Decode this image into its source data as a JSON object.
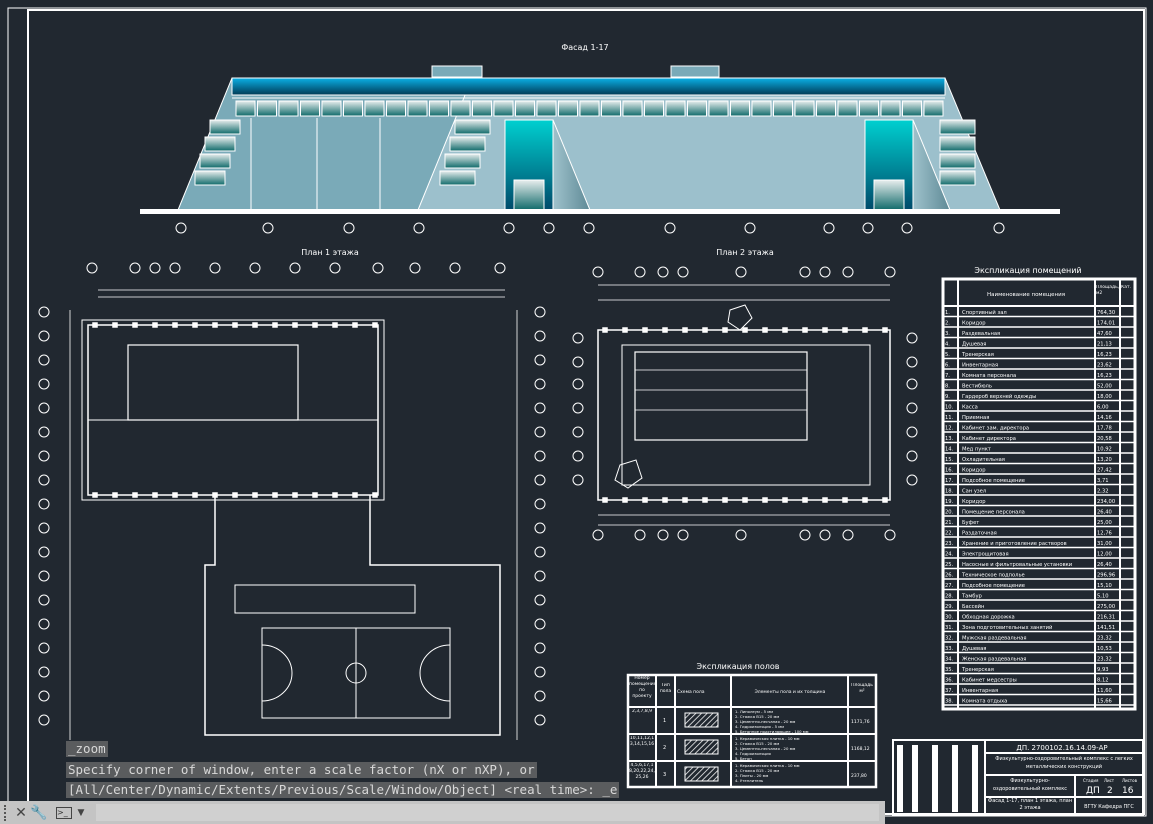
{
  "titles": {
    "facade": "Фасад 1-17",
    "plan1": "План 1 этажа",
    "plan2": "План 2 этажа",
    "rooms": "Экспликация помещений",
    "floors": "Экспликация полов"
  },
  "rooms_table": {
    "headers": [
      "№",
      "Наименование помещения",
      "Площадь, м2",
      "Кат."
    ],
    "rows": [
      [
        "1.",
        "Спортивный зал",
        "764,30"
      ],
      [
        "2.",
        "Коридор",
        "174,01"
      ],
      [
        "3.",
        "Раздевальная",
        "47,60"
      ],
      [
        "4.",
        "Душевая",
        "21,13"
      ],
      [
        "5.",
        "Тренерская",
        "16,23"
      ],
      [
        "6.",
        "Инвентарная",
        "23,62"
      ],
      [
        "7.",
        "Комната персонала",
        "16,23"
      ],
      [
        "8.",
        "Вестибюль",
        "52,00"
      ],
      [
        "9.",
        "Гардероб верхней одежды",
        "18,00"
      ],
      [
        "10.",
        "Касса",
        "6,00"
      ],
      [
        "11.",
        "Приемная",
        "14,16"
      ],
      [
        "12.",
        "Кабинет зам. директора",
        "17,78"
      ],
      [
        "13.",
        "Кабинет директора",
        "20,58"
      ],
      [
        "14.",
        "Мед пункт",
        "10,92"
      ],
      [
        "15.",
        "Охладительная",
        "13,20"
      ],
      [
        "16.",
        "Коридор",
        "27,42"
      ],
      [
        "17.",
        "Подсобное помещение",
        "3,71"
      ],
      [
        "18.",
        "Сан узел",
        "2,32"
      ],
      [
        "19.",
        "Коридор",
        "234,00"
      ],
      [
        "20.",
        "Помещение персонала",
        "26,40"
      ],
      [
        "21.",
        "Буфет",
        "25,00"
      ],
      [
        "22.",
        "Раздаточная",
        "12,76"
      ],
      [
        "23.",
        "Хранение и приготовление растворов",
        "31,00"
      ],
      [
        "24.",
        "Электрощитовая",
        "12,00"
      ],
      [
        "25.",
        "Насосные и фильтровальные установки",
        "26,40"
      ],
      [
        "26.",
        "Техническое подполье",
        "296,96"
      ],
      [
        "27.",
        "Подсобное помещение",
        "15,10"
      ],
      [
        "28.",
        "Тамбур",
        "5,10"
      ],
      [
        "29.",
        "Бассейн",
        "275,00"
      ],
      [
        "30.",
        "Обходная дорожка",
        "216,31"
      ],
      [
        "31.",
        "Зона подготовительных занятий",
        "141,51"
      ],
      [
        "32.",
        "Мужская раздевальная",
        "23,32"
      ],
      [
        "33.",
        "Душевая",
        "10,53"
      ],
      [
        "34.",
        "Женская раздевальная",
        "23,32"
      ],
      [
        "35.",
        "Тренерская",
        "9,93"
      ],
      [
        "36.",
        "Кабинет медсестры",
        "8,12"
      ],
      [
        "37.",
        "Инвентарная",
        "11,60"
      ],
      [
        "38.",
        "Комната отдыха",
        "15,66"
      ]
    ]
  },
  "floors_table": {
    "headers": [
      "Номер помещения по проекту",
      "Тип пола",
      "Схема пола",
      "Элементы пола и их толщина",
      "Площадь м²"
    ],
    "rows": [
      {
        "rooms": "2,3,7,8,9",
        "type": "1",
        "area": "1171,76",
        "elements": [
          "1. Линолеум - 5 мм",
          "2. Стяжка В15 - 20 мм",
          "3. Цементно-песчаная - 20 мм",
          "4. Гидроизоляция - 5 мм",
          "5. Бетонное подстилающее - 100 мм"
        ]
      },
      {
        "rooms": "10,11,12,13,14,15,16",
        "type": "2",
        "area": "1168,12",
        "elements": [
          "1. Керамическая плитка - 10 мм",
          "2. Стяжка В15 - 20 мм",
          "3. Цементно-песчаная - 20 мм",
          "4. Гидроизоляция",
          "5. Бетон"
        ]
      },
      {
        "rooms": "4,5,6,17,18,20,22,24,25,26",
        "type": "3",
        "area": "237,80",
        "elements": [
          "1. Керамическая плитка - 10 мм",
          "2. Стяжка В15 - 20 мм",
          "3. Плиты - 20 мм",
          "4. Утеплитель"
        ]
      }
    ]
  },
  "title_block": {
    "code": "ДП. 2700102.16.14.09-АР",
    "project": "Физкультурно-оздоровительный комплекс с легких металлических конструкций",
    "building": "Физкультурно-оздоровительный комплекс",
    "stage": "ДП",
    "sheet": "2",
    "sheets": "16",
    "stage_label": "Стадия",
    "sheet_label": "Лист",
    "sheets_label": "Листов",
    "sheet_title": "Фасад 1-17, план 1 этажа, план 2 этажа",
    "org": "ВГТУ Кафедра ПГС"
  },
  "command": {
    "history": [
      "_zoom",
      "Specify corner of window, enter a scale factor (nX or nXP), or",
      "[All/Center/Dynamic/Extents/Previous/Scale/Window/Object] <real time>: _e"
    ],
    "input_placeholder": ""
  },
  "colors": {
    "bg": "#212830",
    "line": "#ffffff",
    "roof": "#0aa6d8",
    "wall": "#7aaab8",
    "cyan": "#00c8c8"
  }
}
